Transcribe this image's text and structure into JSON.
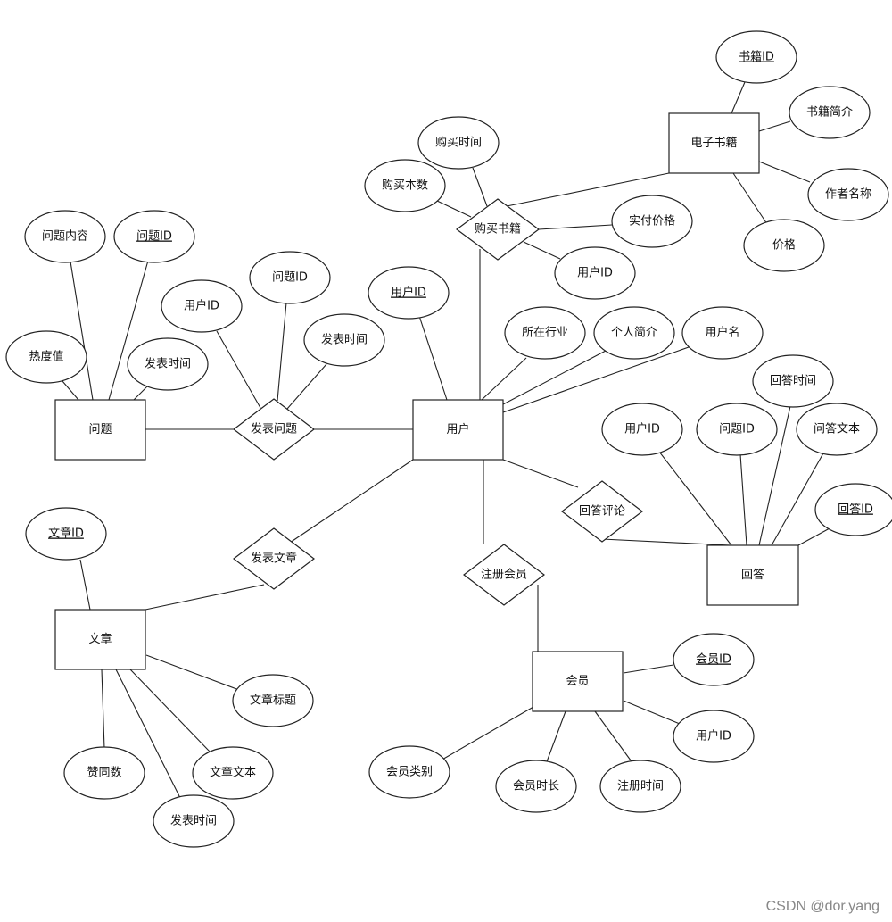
{
  "entities": {
    "user": "用户",
    "ebook": "电子书籍",
    "question": "问题",
    "article": "文章",
    "member": "会员",
    "answer": "回答"
  },
  "relations": {
    "buy_book": "购买书籍",
    "post_question": "发表问题",
    "post_article": "发表文章",
    "register_member": "注册会员",
    "answer_comment": "回答评论"
  },
  "attributes": {
    "book_id": "书籍ID",
    "book_intro": "书籍简介",
    "author_name": "作者名称",
    "price": "价格",
    "buy_time": "购买时间",
    "buy_count": "购买本数",
    "paid_price": "实付价格",
    "buy_user_id": "用户ID",
    "user_id": "用户ID",
    "industry": "所在行业",
    "profile": "个人简介",
    "username": "用户名",
    "q_content": "问题内容",
    "q_id": "问题ID",
    "heat": "热度值",
    "q_time": "发表时间",
    "pq_user_id": "用户ID",
    "pq_q_id": "问题ID",
    "pq_time": "发表时间",
    "ans_time": "回答时间",
    "ans_user_id": "用户ID",
    "ans_q_id": "问题ID",
    "ans_text": "问答文本",
    "ans_id": "回答ID",
    "art_id": "文章ID",
    "art_title": "文章标题",
    "likes": "赞同数",
    "art_text": "文章文本",
    "art_time": "发表时间",
    "mem_id": "会员ID",
    "mem_user_id": "用户ID",
    "mem_type": "会员类别",
    "mem_duration": "会员时长",
    "reg_time": "注册时间"
  },
  "watermark": "CSDN @dor.yang"
}
